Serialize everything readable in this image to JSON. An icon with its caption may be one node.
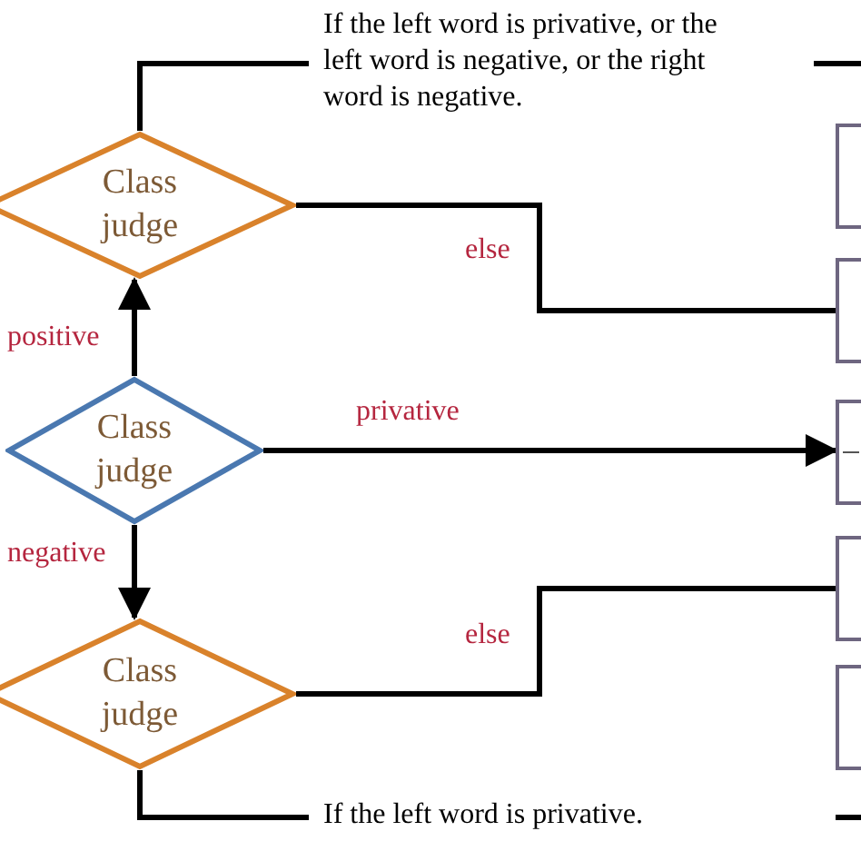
{
  "diagram": {
    "nodes": [
      {
        "text": [
          "Class judge"
        ]
      },
      {
        "text": [
          "Class judge"
        ]
      },
      {
        "text": [
          "Class judge"
        ]
      },
      {
        "text": [],
        "shape": "box"
      },
      {
        "text": [],
        "shape": "box"
      },
      {
        "text": [],
        "shape": "box"
      },
      {
        "text": [],
        "shape": "box"
      },
      {
        "text": [],
        "shape": "box"
      }
    ],
    "edges": [
      {
        "from": 1,
        "to": 0,
        "arrow": "to",
        "label": "positive"
      },
      {
        "from": 1,
        "to": 2,
        "arrow": "to",
        "label": "negative"
      },
      {
        "from": 1,
        "to": 5,
        "arrow": "to",
        "label": "privative"
      },
      {
        "from": 0,
        "to": 4,
        "arrow": "none",
        "label": "else"
      },
      {
        "from": 2,
        "to": 6,
        "arrow": "none",
        "label": "else"
      },
      {
        "from": 0,
        "to": null,
        "arrow": "none",
        "label": "If the left word is privative, or the left word is negative, or the right word is negative."
      },
      {
        "from": 2,
        "to": null,
        "arrow": "none",
        "label": "If the left word is privative."
      }
    ]
  }
}
